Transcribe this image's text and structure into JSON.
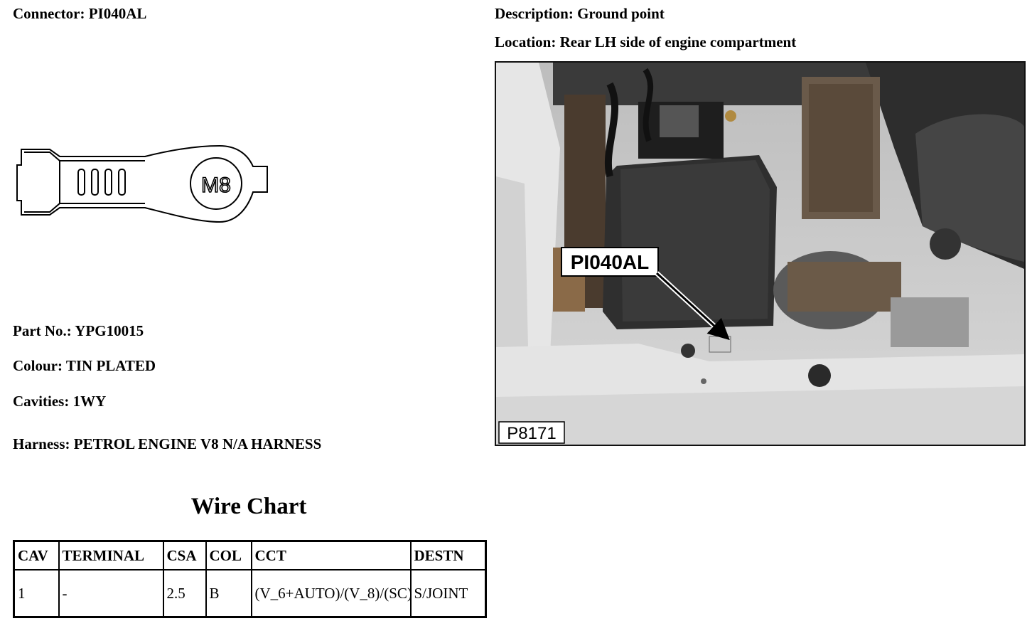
{
  "header": {
    "connector": "Connector: PI040AL",
    "description": "Description: Ground point",
    "location": "Location: Rear LH side of engine compartment"
  },
  "details": {
    "part_no": "Part No.: YPG10015",
    "colour": "Colour: TIN PLATED",
    "cavities": "Cavities: 1WY",
    "harness": "Harness: PETROL ENGINE V8 N/A HARNESS"
  },
  "diagram": {
    "stud_label": "M8"
  },
  "photo": {
    "callout": "PI040AL",
    "ref": "P8171"
  },
  "wire_chart": {
    "title": "Wire Chart",
    "columns": [
      "CAV",
      "TERMINAL",
      "CSA",
      "COL",
      "CCT",
      "DESTN"
    ],
    "rows": [
      {
        "cav": "1",
        "terminal": "-",
        "csa": "2.5",
        "col": "B",
        "cct": "(V_6+AUTO)/(V_8)/(SC)",
        "destn": "S/JOINT"
      }
    ]
  }
}
